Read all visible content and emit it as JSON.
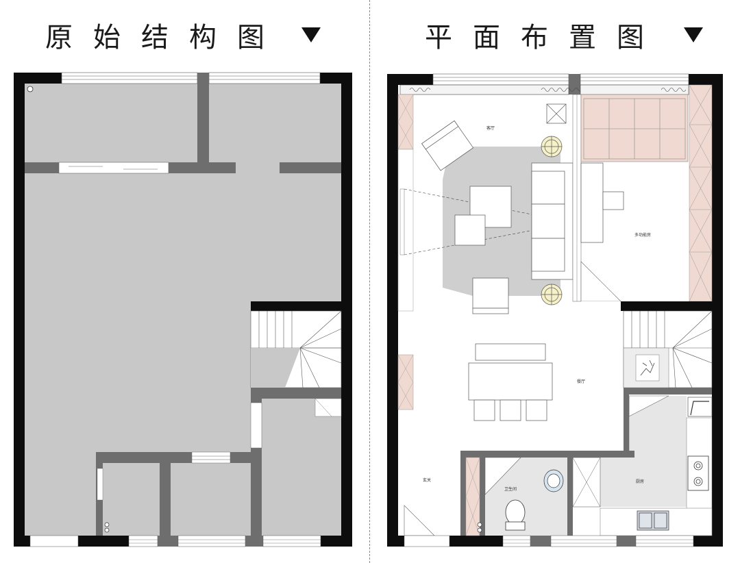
{
  "titles": {
    "left": "原始结构图",
    "right": "平面布置图"
  },
  "rooms": {
    "living": "客厅",
    "multi": "多功能房",
    "dining": "餐厅",
    "entry": "玄关",
    "bath": "卫生间",
    "kitchen": "厨房"
  },
  "colors": {
    "wall": "#0d0d0d",
    "inner_wall": "#6e6e6e",
    "floor_original": "#c8c8c8",
    "rug": "#cfcfcf",
    "cabinet": "#efd9d0",
    "bath_floor": "#e6e6e6"
  },
  "icons": [
    "triangle-down-icon",
    "radiator-icon",
    "lamp-icon",
    "sink-icon",
    "toilet-icon",
    "stove-icon",
    "plant-icon"
  ]
}
